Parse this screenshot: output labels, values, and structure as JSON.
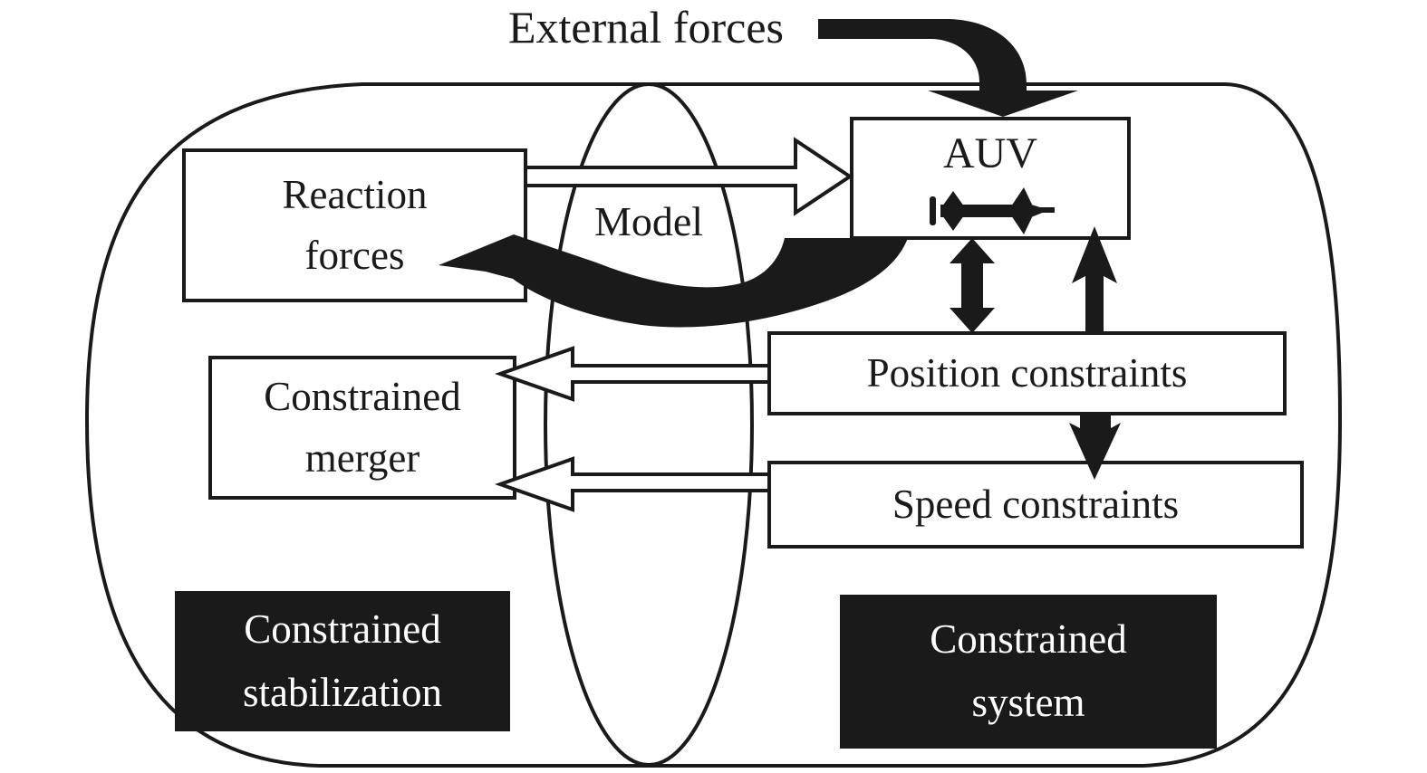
{
  "figure": {
    "external_forces_label": "External forces",
    "model_label": "Model",
    "nodes": {
      "auv": {
        "label": "AUV"
      },
      "reaction_forces": {
        "lines": [
          "Reaction",
          "forces"
        ]
      },
      "position_constraints": {
        "label": "Position constraints"
      },
      "speed_constraints": {
        "label": "Speed constraints"
      },
      "constrained_merger": {
        "lines": [
          "Constrained",
          "merger"
        ]
      },
      "constrained_stabilization": {
        "lines": [
          "Constrained",
          "stabilization"
        ]
      },
      "constrained_system": {
        "lines": [
          "Constrained",
          "system"
        ]
      }
    },
    "icons": {
      "auv": "auv-submarine-icon"
    },
    "colors": {
      "ink": "#1a1a1a",
      "background": "#ffffff"
    }
  }
}
